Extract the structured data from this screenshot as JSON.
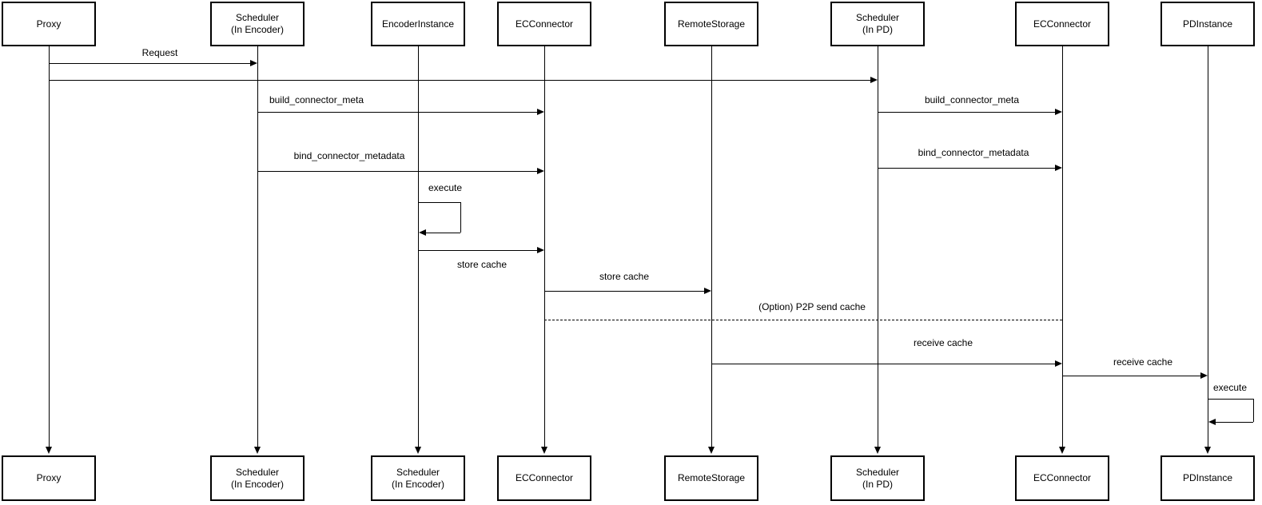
{
  "diagram": {
    "type": "sequence-diagram",
    "background_color": "#ffffff",
    "line_color": "#000000",
    "text_color": "#000000",
    "actors": [
      {
        "id": "proxy",
        "top_label": "Proxy",
        "bottom_label": "Proxy"
      },
      {
        "id": "scheduler-in-encoder",
        "top_label": "Scheduler\n(In Encoder)",
        "bottom_label": "Scheduler\n(In Encoder)"
      },
      {
        "id": "encoder-instance",
        "top_label": "EncoderInstance",
        "bottom_label": "Scheduler\n(In Encoder)"
      },
      {
        "id": "ec-connector-encoder",
        "top_label": "ECConnector",
        "bottom_label": "ECConnector"
      },
      {
        "id": "remote-storage",
        "top_label": "RemoteStorage",
        "bottom_label": "RemoteStorage"
      },
      {
        "id": "scheduler-in-pd",
        "top_label": "Scheduler\n(In PD)",
        "bottom_label": "Scheduler\n(In PD)"
      },
      {
        "id": "ec-connector-pd",
        "top_label": "ECConnector",
        "bottom_label": "ECConnector"
      },
      {
        "id": "pd-instance",
        "top_label": "PDInstance",
        "bottom_label": "PDInstance"
      }
    ],
    "messages": [
      {
        "label": "Request",
        "from": "Proxy",
        "to": "Scheduler (In Encoder)",
        "style": "solid-arrow"
      },
      {
        "label": "",
        "from": "Proxy",
        "to": "Scheduler (In PD)",
        "style": "solid-arrow"
      },
      {
        "label": "build_connector_meta",
        "from": "Scheduler (In Encoder)",
        "to": "ECConnector",
        "style": "solid-arrow"
      },
      {
        "label": "build_connector_meta",
        "from": "Scheduler (In PD)",
        "to": "ECConnector",
        "style": "solid-arrow"
      },
      {
        "label": "bind_connector_metadata",
        "from": "Scheduler (In Encoder)",
        "to": "ECConnector",
        "style": "solid-arrow"
      },
      {
        "label": "bind_connector_metadata",
        "from": "Scheduler (In PD)",
        "to": "ECConnector",
        "style": "solid-arrow"
      },
      {
        "label": "execute",
        "from": "EncoderInstance",
        "to": "EncoderInstance",
        "style": "self-loop"
      },
      {
        "label": "store cache",
        "from": "EncoderInstance",
        "to": "ECConnector",
        "style": "solid-arrow"
      },
      {
        "label": "store cache",
        "from": "ECConnector",
        "to": "RemoteStorage",
        "style": "solid-arrow"
      },
      {
        "label": "(Option) P2P send cache",
        "from": "ECConnector",
        "to": "ECConnector (In PD)",
        "style": "dashed-line"
      },
      {
        "label": "receive cache",
        "from": "RemoteStorage",
        "to": "ECConnector (In PD)",
        "style": "solid-arrow"
      },
      {
        "label": "receive cache",
        "from": "ECConnector (In PD)",
        "to": "PDInstance",
        "style": "solid-arrow"
      },
      {
        "label": "execute",
        "from": "PDInstance",
        "to": "PDInstance",
        "style": "self-loop"
      }
    ]
  }
}
